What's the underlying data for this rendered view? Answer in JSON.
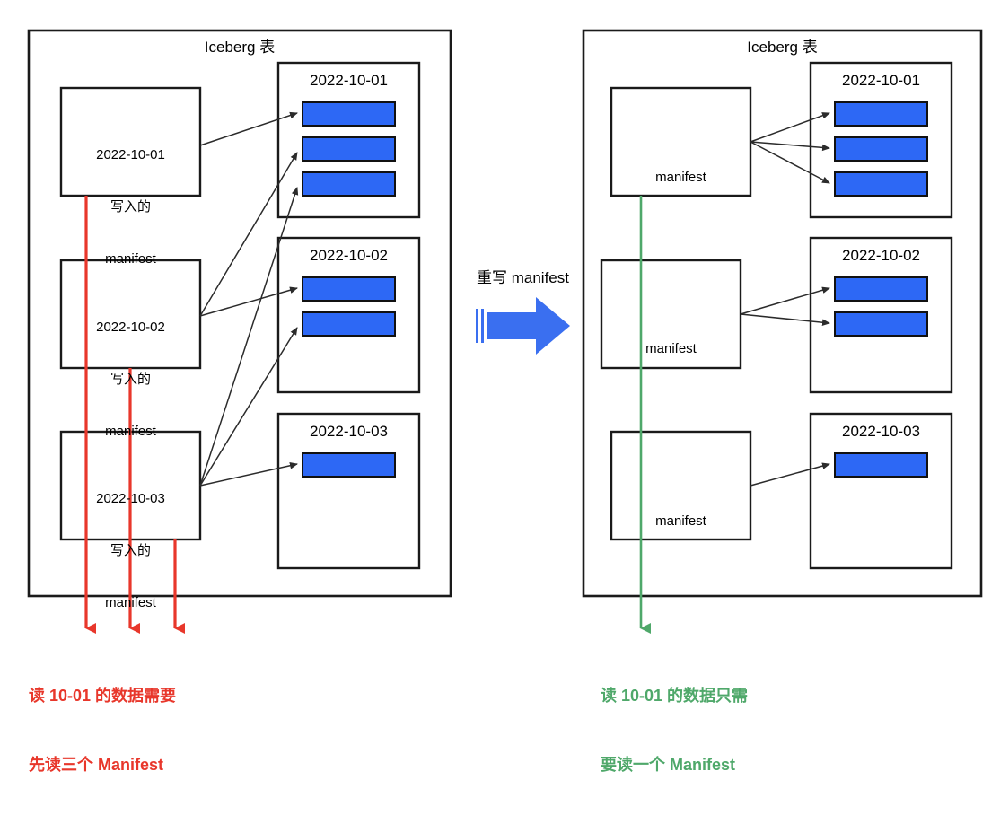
{
  "diagram": {
    "title_left": "Iceberg 表",
    "title_right": "Iceberg 表",
    "transform_label": "重写 manifest",
    "icons": {
      "transform_arrow": "right-arrow-icon",
      "flow_arrow": "arrow-icon"
    },
    "colors": {
      "data_file_blue": "#2D68F5",
      "transform_arrow_blue": "#3A6FF0",
      "read_path_red": "#E8372B",
      "read_path_green": "#4FA86A",
      "border_black": "#000000"
    }
  },
  "before": {
    "panel_title": "Iceberg 表",
    "manifests": [
      {
        "lines": [
          "2022-10-01",
          "写入的",
          "manifest"
        ],
        "id": "manifest-2022-10-01"
      },
      {
        "lines": [
          "2022-10-02",
          "写入的",
          "manifest"
        ],
        "id": "manifest-2022-10-02"
      },
      {
        "lines": [
          "2022-10-03",
          "写入的",
          "manifest"
        ],
        "id": "manifest-2022-10-03"
      }
    ],
    "partitions": [
      {
        "label": "2022-10-01",
        "data_files": 3
      },
      {
        "label": "2022-10-02",
        "data_files": 2
      },
      {
        "label": "2022-10-03",
        "data_files": 1
      }
    ],
    "note": {
      "lines": [
        "读 10-01 的数据需要",
        "先读三个 Manifest"
      ],
      "color": "#E8372B",
      "pointer_count": 3
    }
  },
  "after": {
    "panel_title": "Iceberg 表",
    "manifests": [
      {
        "lines": [
          "manifest"
        ],
        "id": "manifest-partition-1"
      },
      {
        "lines": [
          "manifest"
        ],
        "id": "manifest-partition-2"
      },
      {
        "lines": [
          "manifest"
        ],
        "id": "manifest-partition-3"
      }
    ],
    "partitions": [
      {
        "label": "2022-10-01",
        "data_files": 3
      },
      {
        "label": "2022-10-02",
        "data_files": 2
      },
      {
        "label": "2022-10-03",
        "data_files": 1
      }
    ],
    "note": {
      "lines": [
        "读 10-01 的数据只需",
        "要读一个 Manifest"
      ],
      "color": "#4FA86A",
      "pointer_count": 1
    }
  }
}
